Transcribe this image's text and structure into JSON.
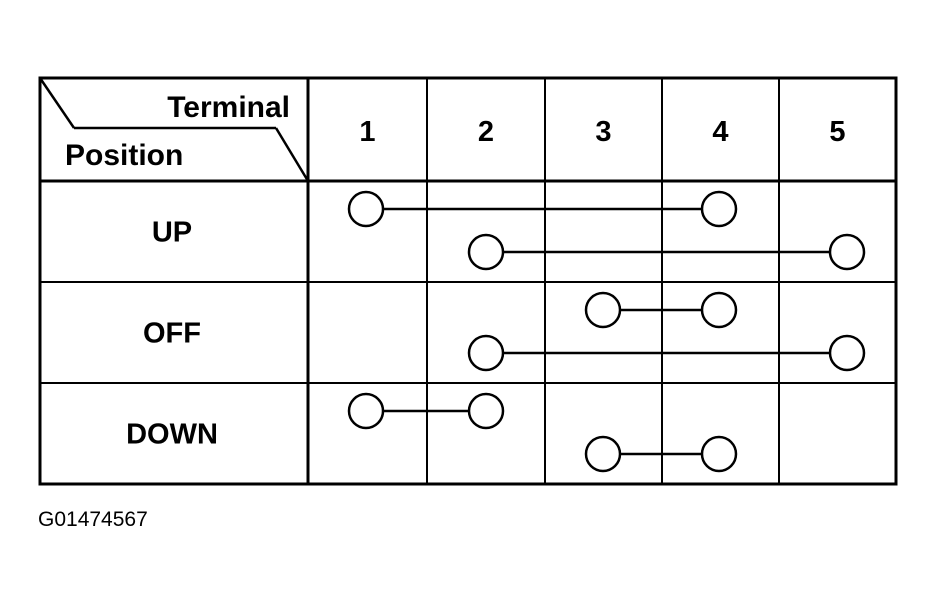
{
  "table": {
    "header_terminal_label": "Terminal",
    "header_position_label": "Position",
    "terminals": [
      "1",
      "2",
      "3",
      "4",
      "5"
    ],
    "positions": [
      {
        "label": "UP",
        "connections": [
          {
            "from": "1",
            "to": "4"
          },
          {
            "from": "2",
            "to": "5"
          }
        ]
      },
      {
        "label": "OFF",
        "connections": [
          {
            "from": "3",
            "to": "4"
          },
          {
            "from": "2",
            "to": "5"
          }
        ]
      },
      {
        "label": "DOWN",
        "connections": [
          {
            "from": "1",
            "to": "2"
          },
          {
            "from": "3",
            "to": "4"
          }
        ]
      }
    ]
  },
  "caption": "G01474567"
}
